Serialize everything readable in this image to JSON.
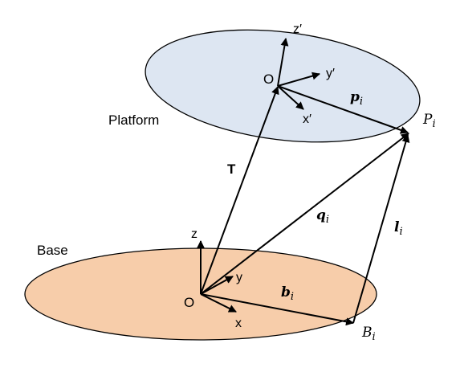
{
  "colors": {
    "platform_fill": "#dde6f2",
    "base_fill": "#f7cdaa",
    "ellipse_stroke": "#000000",
    "vector_stroke": "#000000"
  },
  "labels": {
    "platform": "Platform",
    "base": "Base",
    "platform_origin": "O",
    "base_origin": "O",
    "platform_x": "x′",
    "platform_y": "y′",
    "platform_z": "z′",
    "base_x": "x",
    "base_y": "y",
    "base_z": "z",
    "T": "T",
    "p_main": "p",
    "p_sub": "i",
    "q_main": "q",
    "q_sub": "i",
    "l_main": "l",
    "l_sub": "i",
    "b_main": "b",
    "b_sub": "i",
    "P_main": "P",
    "P_sub": "i",
    "B_main": "B",
    "B_sub": "i"
  }
}
